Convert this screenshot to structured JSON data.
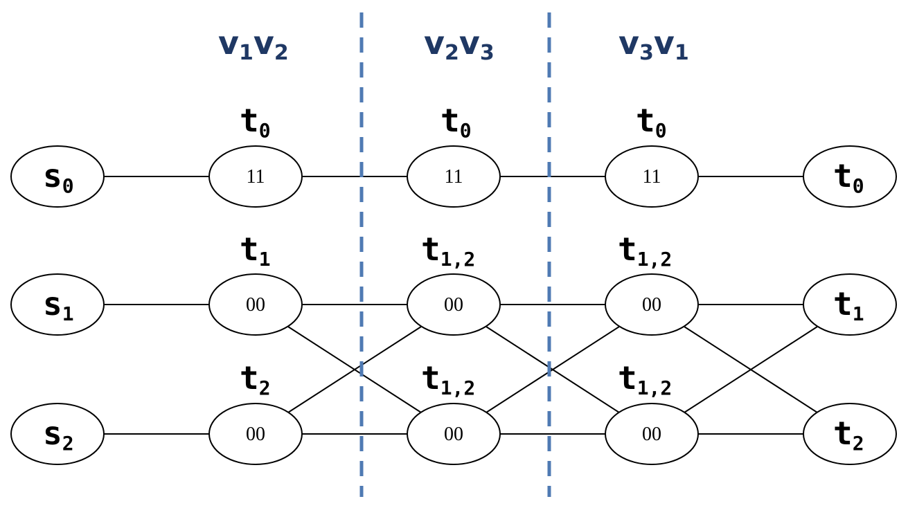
{
  "headers": [
    {
      "a": "v",
      "a_sub": "1",
      "b": "v",
      "b_sub": "2"
    },
    {
      "a": "v",
      "a_sub": "2",
      "b": "v",
      "b_sub": "3"
    },
    {
      "a": "v",
      "a_sub": "3",
      "b": "v",
      "b_sub": "1"
    }
  ],
  "sources": [
    {
      "main": "s",
      "sub": "0"
    },
    {
      "main": "s",
      "sub": "1"
    },
    {
      "main": "s",
      "sub": "2"
    }
  ],
  "sinks": [
    {
      "main": "t",
      "sub": "0"
    },
    {
      "main": "t",
      "sub": "1"
    },
    {
      "main": "t",
      "sub": "2"
    }
  ],
  "stages": [
    {
      "labels": [
        {
          "main": "t",
          "sub": "0"
        },
        {
          "main": "t",
          "sub": "1"
        },
        {
          "main": "t",
          "sub": "2"
        }
      ],
      "values": [
        "11",
        "00",
        "00"
      ]
    },
    {
      "labels": [
        {
          "main": "t",
          "sub": "0"
        },
        {
          "main": "t",
          "sub": "1,2"
        },
        {
          "main": "t",
          "sub": "1,2"
        }
      ],
      "values": [
        "11",
        "00",
        "00"
      ]
    },
    {
      "labels": [
        {
          "main": "t",
          "sub": "0"
        },
        {
          "main": "t",
          "sub": "1,2"
        },
        {
          "main": "t",
          "sub": "1,2"
        }
      ],
      "values": [
        "11",
        "00",
        "00"
      ]
    }
  ],
  "colors": {
    "divider": "#4f7ab3",
    "header": "#1f3864"
  }
}
